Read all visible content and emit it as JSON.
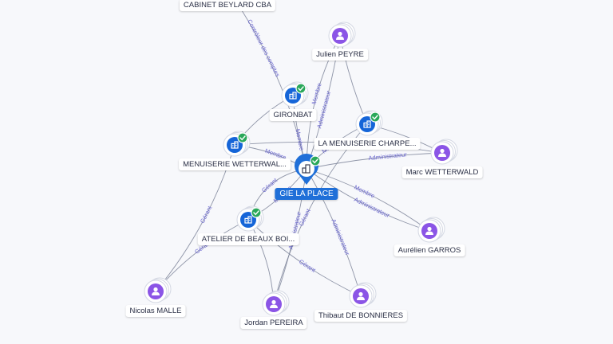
{
  "colors": {
    "company": "#1565d8",
    "person": "#8b55e6",
    "check": "#2aa85a",
    "edge": "#7d8499",
    "edge_label": "#6a66cf",
    "center": "#1f6fd8"
  },
  "center": {
    "name": "GIE LA PLACE",
    "icon": "building-icon"
  },
  "companies": [
    {
      "id": "gironbat",
      "name": "GIRONBAT",
      "icon": "building-icon",
      "verified": true
    },
    {
      "id": "menuiserie_charpe",
      "name": "LA MENUISERIE CHARPE...",
      "icon": "building-icon",
      "verified": true
    },
    {
      "id": "menuiserie_wetterwal",
      "name": "MENUISERIE WETTERWAL...",
      "icon": "building-icon",
      "verified": true
    },
    {
      "id": "atelier",
      "name": "ATELIER DE BEAUX BOI...",
      "icon": "building-icon",
      "verified": true
    },
    {
      "id": "cabinet",
      "name": "CABINET BEYLARD CBA",
      "icon": "",
      "verified": false
    }
  ],
  "persons": [
    {
      "id": "peyre",
      "name": "Julien PEYRE",
      "icon": "person-icon"
    },
    {
      "id": "wetterwald",
      "name": "Marc WETTERWALD",
      "icon": "person-icon"
    },
    {
      "id": "garros",
      "name": "Aurélien GARROS",
      "icon": "person-icon"
    },
    {
      "id": "bonnieres",
      "name": "Thibaut DE BONNIERES",
      "icon": "person-icon"
    },
    {
      "id": "pereira",
      "name": "Jordan PEREIRA",
      "icon": "person-icon"
    },
    {
      "id": "malle",
      "name": "Nicolas MALLE",
      "icon": "person-icon"
    }
  ],
  "edge_labels": [
    "Contrôleur des comptes",
    "Membre",
    "Membre",
    "Administrateur",
    "Membre",
    "Membre",
    "Administrateur",
    "Membre",
    "Administrateur",
    "Gérant",
    "Gérant",
    "Membre",
    "Administrateur",
    "Gérant",
    "Gérant",
    "Administrateur",
    "Gérant"
  ]
}
